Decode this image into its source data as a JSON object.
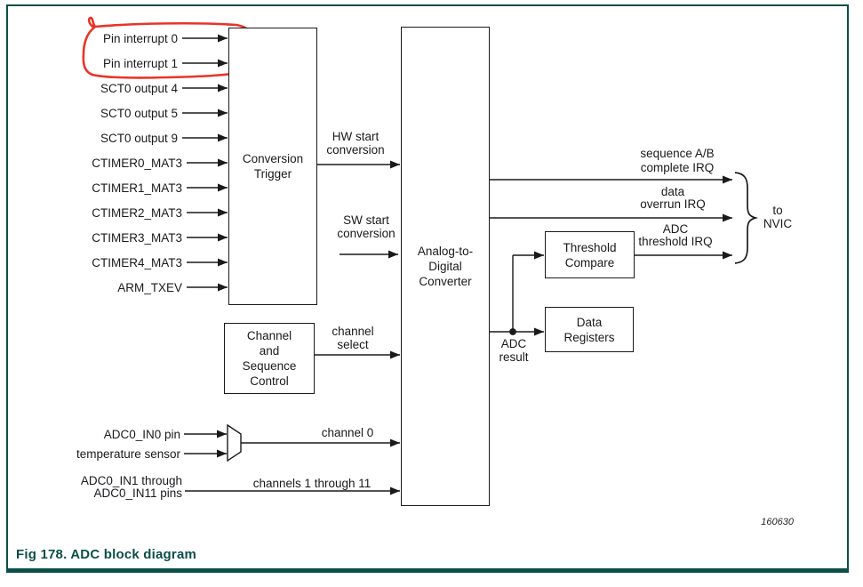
{
  "figure": {
    "caption": "Fig 178. ADC block diagram",
    "watermark": "160630"
  },
  "colors": {
    "frame_teal": "#0b4f48",
    "caption_teal": "#0b4f48",
    "wire_black": "#1a1a1a",
    "text": "#1a1a1e",
    "annotation_red": "#e93428"
  },
  "trigger_inputs": [
    "Pin interrupt 0",
    "Pin interrupt 1",
    "SCT0 output 4",
    "SCT0 output 5",
    "SCT0 output 9",
    "CTIMER0_MAT3",
    "CTIMER1_MAT3",
    "CTIMER2_MAT3",
    "CTIMER3_MAT3",
    "CTIMER4_MAT3",
    "ARM_TXEV"
  ],
  "blocks": {
    "conversion_trigger": {
      "lines": [
        "Conversion",
        "Trigger"
      ]
    },
    "adc": {
      "lines": [
        "Analog-to-",
        "Digital",
        "Converter"
      ]
    },
    "channel_sequence": {
      "lines": [
        "Channel",
        "and",
        "Sequence",
        "Control"
      ]
    },
    "threshold_compare": {
      "lines": [
        "Threshold",
        "Compare"
      ]
    },
    "data_registers": {
      "lines": [
        "Data",
        "Registers"
      ]
    }
  },
  "signals": {
    "hw_start": [
      "HW start",
      "conversion"
    ],
    "sw_start": [
      "SW start",
      "conversion"
    ],
    "channel_select": [
      "channel",
      "select"
    ],
    "channel_0": "channel 0",
    "channels_1_11": "channels 1 through 11",
    "adc_result": [
      "ADC",
      "result"
    ],
    "seq_complete_irq": [
      "sequence A/B",
      "complete IRQ"
    ],
    "data_overrun_irq": [
      "data",
      "overrun IRQ"
    ],
    "adc_threshold_irq": [
      "ADC",
      "threshold IRQ"
    ],
    "to_nvic": [
      "to",
      "NVIC"
    ]
  },
  "analog_inputs": {
    "in0": "ADC0_IN0 pin",
    "temp": "temperature sensor",
    "in1_11": [
      "ADC0_IN1 through",
      "ADC0_IN11 pins"
    ]
  }
}
